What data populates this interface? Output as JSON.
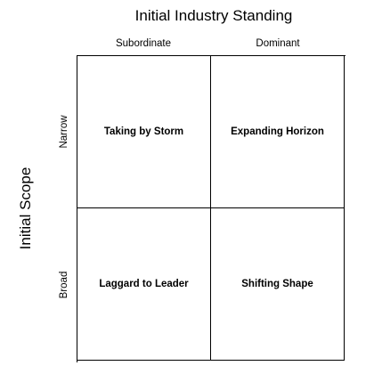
{
  "diagram": {
    "title": "Initial Industry Standing",
    "y_title": "Initial Scope",
    "columns": [
      "Subordinate",
      "Dominant"
    ],
    "rows": [
      "Narrow",
      "Broad"
    ],
    "cells": [
      [
        "Taking by Storm",
        "Expanding Horizon"
      ],
      [
        "Laggard to Leader",
        "Shifting Shape"
      ]
    ]
  }
}
